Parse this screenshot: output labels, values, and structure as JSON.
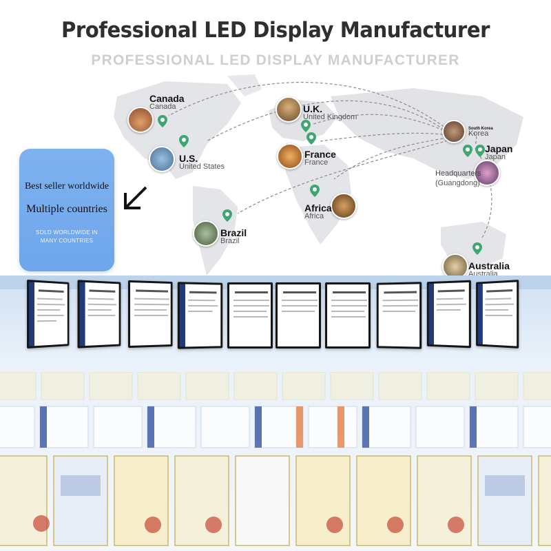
{
  "header": {
    "title": "Professional LED Display Manufacturer",
    "subtitle": "PROFESSIONAL LED DISPLAY MANUFACTURER"
  },
  "locations": [
    {
      "id": "canada",
      "label": "Canada",
      "sub": "Canada",
      "photo_color": "#c07a4a"
    },
    {
      "id": "us",
      "label": "U.S.",
      "sub": "United States",
      "photo_color": "#6f8fb0"
    },
    {
      "id": "uk",
      "label": "U.K.",
      "sub": "United Kingdom",
      "photo_color": "#9c7a52"
    },
    {
      "id": "france",
      "label": "France",
      "sub": "France",
      "photo_color": "#d08a3a"
    },
    {
      "id": "south-korea",
      "label": "South Korea",
      "sub": "Korea",
      "photo_color": "#8a6a52"
    },
    {
      "id": "japan",
      "label": "Japan",
      "sub": "Japan",
      "photo_color": "#8a5a8a"
    },
    {
      "id": "headquarters",
      "label": "Headquarters",
      "sub": "(Guangdong)",
      "photo_color": ""
    },
    {
      "id": "africa",
      "label": "Africa",
      "sub": "Africa",
      "photo_color": "#a56a3a"
    },
    {
      "id": "brazil",
      "label": "Brazil",
      "sub": "Brazil",
      "photo_color": "#7a8a6a"
    },
    {
      "id": "australia",
      "label": "Australia",
      "sub": "Australia",
      "photo_color": "#c0a07a"
    }
  ],
  "promo": {
    "line1": "Best seller worldwide",
    "line2": "Multiple countries",
    "line3": "SOLD WORLDWIDE IN MANY COUNTRIES"
  },
  "colors": {
    "pin": "#3fa672",
    "promo_bg": "#74aaed",
    "title": "#2f2f2f",
    "subtitle": "#cfcfcf",
    "route": "#8a8a8a"
  },
  "icons": {
    "pin": "map-pin-icon",
    "arrow": "arrow-down-left-icon"
  }
}
